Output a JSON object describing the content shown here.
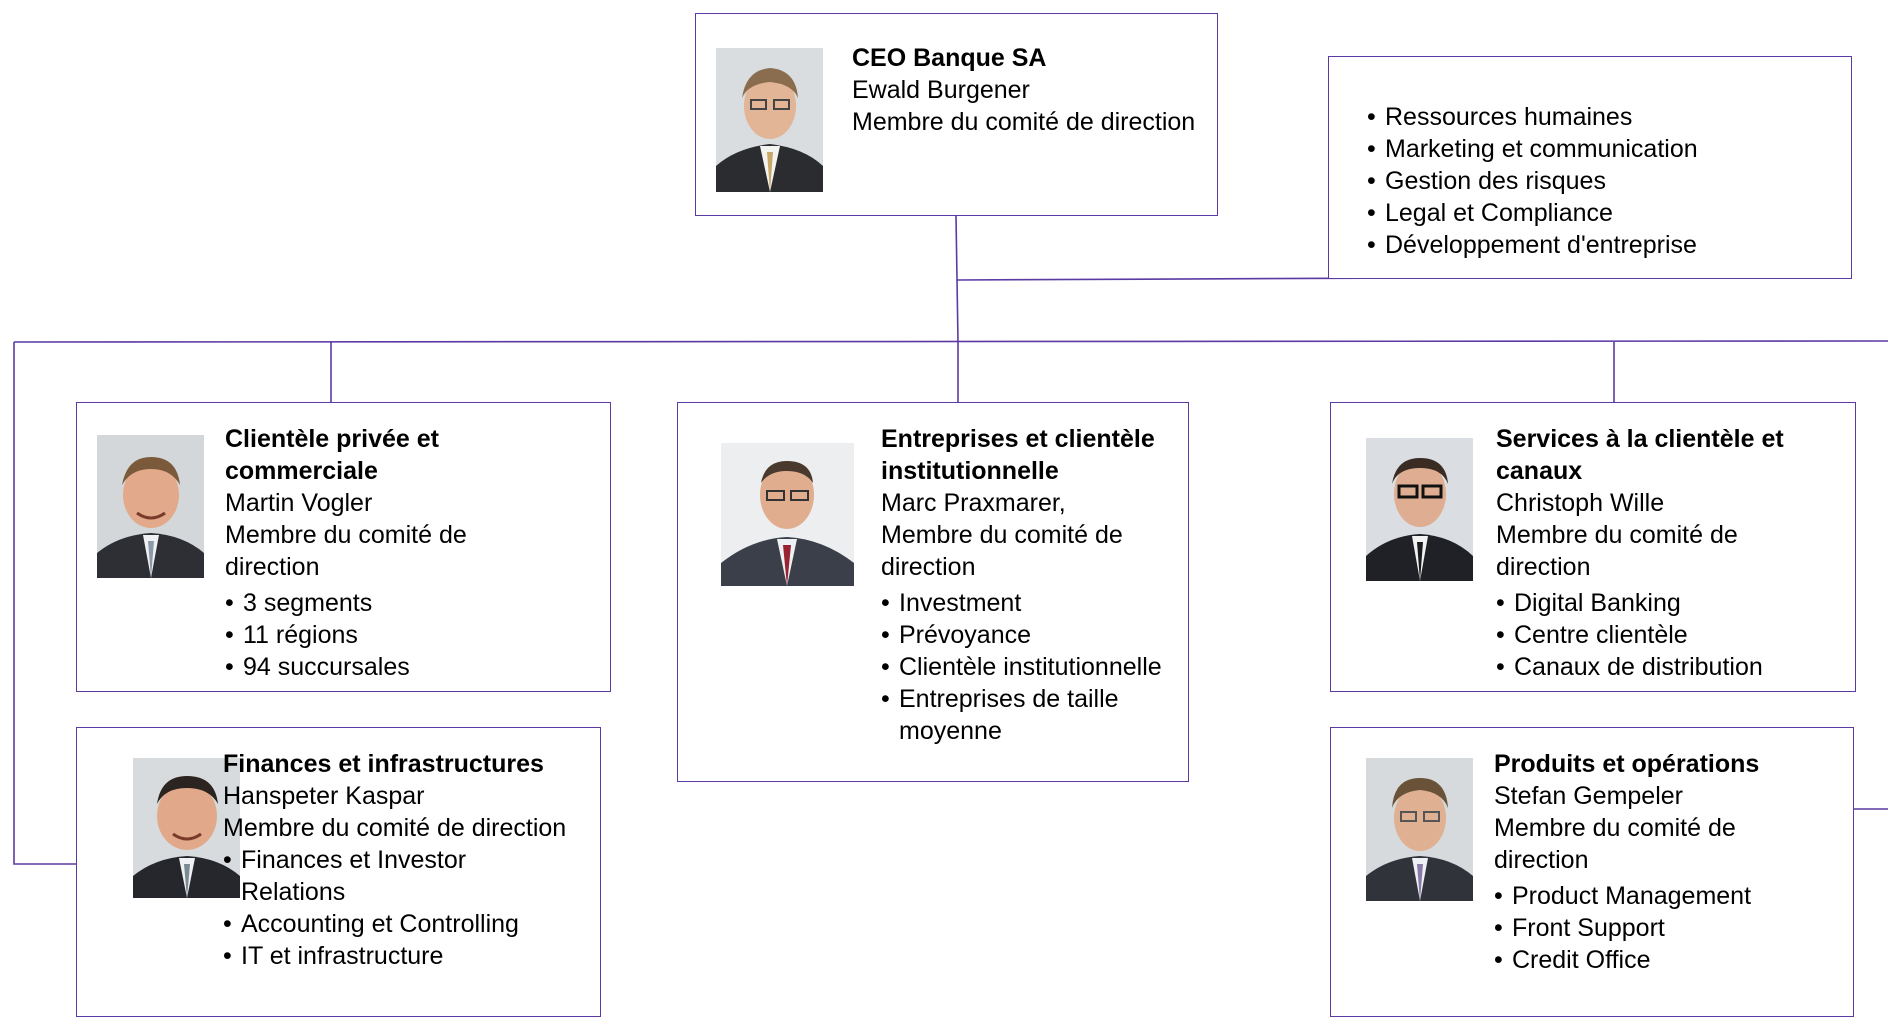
{
  "ceo": {
    "title": "CEO Banque SA",
    "name": "Ewald Burgener",
    "role": "Membre du comité de direction"
  },
  "staff": {
    "items": [
      "Ressources humaines",
      "Marketing et communication",
      "Gestion des risques",
      "Legal et Compliance",
      "Développement d'entreprise"
    ]
  },
  "units": [
    {
      "title_lines": [
        "Clientèle privée et",
        "commerciale"
      ],
      "name": "Martin Vogler",
      "role_lines": [
        "Membre du comité de",
        "direction"
      ],
      "items": [
        "3 segments",
        "11 régions",
        "94 succursales"
      ]
    },
    {
      "title_lines": [
        "Entreprises et clientèle",
        "institutionnelle"
      ],
      "name": "Marc Praxmarer,",
      "role_lines": [
        "Membre du comité de",
        "direction"
      ],
      "items": [
        "Investment",
        "Prévoyance",
        "Clientèle institutionnelle",
        "Entreprises de taille moyenne"
      ]
    },
    {
      "title_lines": [
        "Services à la clientèle et",
        "canaux"
      ],
      "name": "Christoph Wille",
      "role_lines": [
        "Membre du comité de",
        "direction"
      ],
      "items": [
        "Digital Banking",
        "Centre clientèle",
        "Canaux de distribution"
      ]
    },
    {
      "title_lines": [
        "Finances et infrastructures"
      ],
      "name": "Hanspeter Kaspar",
      "role_lines": [
        "Membre du comité de direction"
      ],
      "items": [
        "Finances et Investor Relations",
        "Accounting et Controlling",
        "IT et infrastructure"
      ]
    },
    {
      "title_lines": [
        "Produits et opérations"
      ],
      "name": "Stefan Gempeler",
      "role_lines": [
        "Membre du comité de",
        "direction"
      ],
      "items": [
        "Product Management",
        "Front Support",
        "Credit Office"
      ]
    }
  ],
  "colors": {
    "border": "#5b3aa3",
    "connector": "#5b3aa3"
  }
}
